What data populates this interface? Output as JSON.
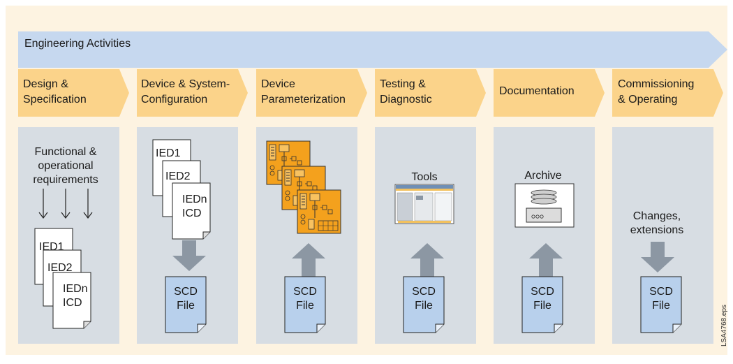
{
  "header": {
    "title": "Engineering Activities"
  },
  "phases": [
    {
      "line1": "Design &",
      "line2": "Specification"
    },
    {
      "line1": "Device & System-",
      "line2": "Configuration"
    },
    {
      "line1": "Device",
      "line2": "Parameterization"
    },
    {
      "line1": "Testing &",
      "line2": "Diagnostic"
    },
    {
      "line1": "Documentation",
      "line2": ""
    },
    {
      "line1": "Commissioning",
      "line2": "& Operating"
    }
  ],
  "col1": {
    "text": [
      "Functional &",
      "operational",
      "requirements"
    ],
    "docs": [
      "IED1",
      "IED2",
      "IEDn",
      "ICD"
    ]
  },
  "col2": {
    "docs": [
      "IED1",
      "IED2",
      "IEDn",
      "ICD"
    ]
  },
  "col4": {
    "label": "Tools"
  },
  "col5": {
    "label": "Archive"
  },
  "col6": {
    "text": [
      "Changes,",
      "extensions"
    ]
  },
  "scd": {
    "line1": "SCD",
    "line2": "File"
  },
  "file_id": "LSA4768.eps",
  "colors": {
    "outer_bg": "#fdf3e1",
    "banner": "#c6d8ef",
    "phase": "#fbd38a",
    "panel": "#d7dde3",
    "scd_doc": "#b8d0ec",
    "arrow": "#8c97a3",
    "device": "#f4a11d"
  }
}
